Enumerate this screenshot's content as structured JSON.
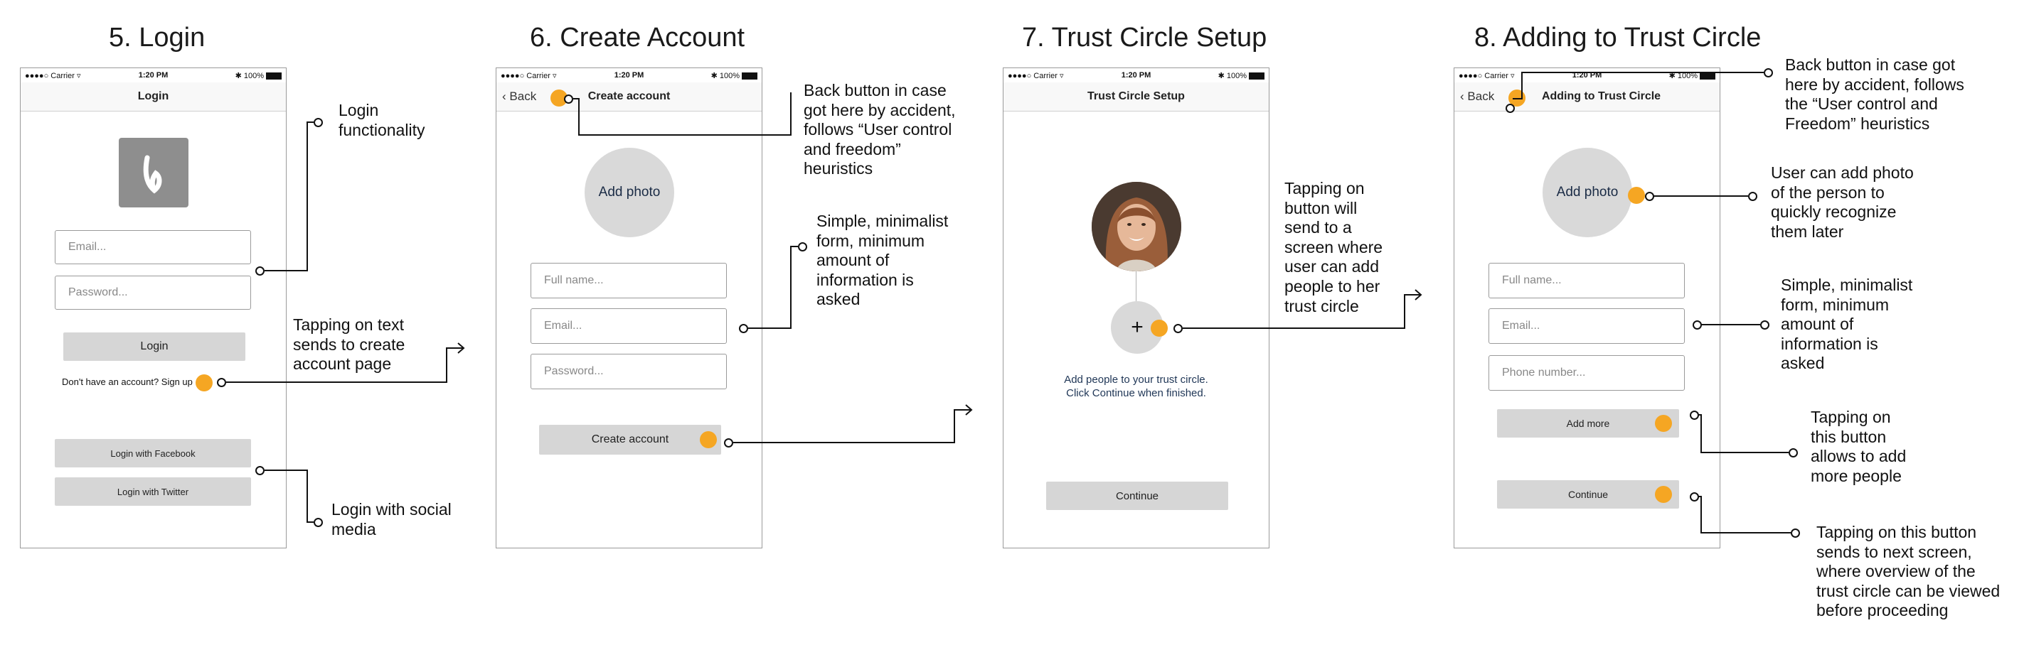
{
  "titles": [
    "5. Login",
    "6. Create Account",
    "7. Trust Circle Setup",
    "8. Adding to Trust Circle"
  ],
  "status": {
    "carrier": "●●●●○ Carrier",
    "time": "1:20 PM",
    "battery": "100%"
  },
  "login": {
    "nav_title": "Login",
    "email_placeholder": "Email...",
    "password_placeholder": "Password...",
    "login_button": "Login",
    "signup_text": "Don't have an account? Sign up",
    "facebook_button": "Login with Facebook",
    "twitter_button": "Login with Twitter"
  },
  "create": {
    "back_label": "Back",
    "nav_title": "Create account",
    "add_photo": "Add photo",
    "fullname_placeholder": "Full name...",
    "email_placeholder": "Email...",
    "password_placeholder": "Password...",
    "create_button": "Create account"
  },
  "trust": {
    "nav_title": "Trust Circle Setup",
    "add_glyph": "+",
    "info_line1": "Add people to your trust circle.",
    "info_line2": "Click Continue when finished.",
    "continue_button": "Continue"
  },
  "adding": {
    "back_label": "Back",
    "nav_title": "Adding to Trust Circle",
    "add_photo": "Add photo",
    "fullname_placeholder": "Full name...",
    "email_placeholder": "Email...",
    "phone_placeholder": "Phone number...",
    "add_more_button": "Add more",
    "continue_button": "Continue"
  },
  "annotations": {
    "login_functionality": "Login\nfunctionality",
    "tap_text": "Tapping on text\nsends to create\naccount page",
    "social_login": "Login with social\nmedia",
    "back_create": "Back button in case\ngot here by accident,\nfollows “User control\nand freedom”\nheuristics",
    "simple_form_create": "Simple, minimalist\nform, minimum\namount of\ninformation is\nasked",
    "tap_button_trust": "Tapping on\nbutton will\nsend to a\nscreen where\nuser can add\npeople to her\ntrust circle",
    "back_adding": "Back button in case got\nhere by accident, follows\nthe “User control and\nFreedom” heuristics",
    "add_photo_adding": "User can add photo\nof the person to\nquickly recognize\nthem later",
    "simple_form_adding": "Simple, minimalist\nform, minimum\namount of\ninformation is\nasked",
    "add_more_note": "Tapping on\nthis button\nallows to add\nmore people",
    "continue_note": "Tapping on this button\nsends to next screen,\nwhere overview of the\ntrust circle can be viewed\nbefore proceeding"
  },
  "colors": {
    "hotspot": "#f5a623",
    "button": "#d6d6d6",
    "placeholder_gray": "#d9d9d9",
    "logo_bg": "#8e8e8e"
  },
  "icons": [
    "wifi-icon",
    "bluetooth-icon",
    "battery-icon",
    "chevron-left-icon",
    "app-logo-icon",
    "plus-icon",
    "arrow-right-icon"
  ]
}
